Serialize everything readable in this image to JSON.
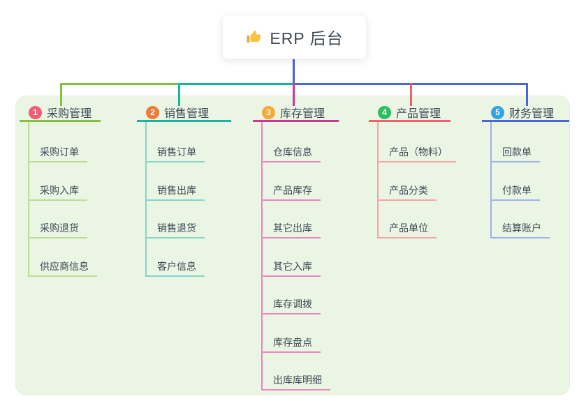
{
  "canvas": {
    "background": "#ffffff",
    "panel_background": "#eaf6e3",
    "text_color": "#3d4a57"
  },
  "root": {
    "title": "ERP 后台",
    "icon": "thumbs-up",
    "icon_color": "#fbc440",
    "connector_color": "#4c5fd2"
  },
  "branches": [
    {
      "number": "1",
      "label": "采购管理",
      "badge_color": "#f25b72",
      "line_color": "#82c33d",
      "child_line_color": "#badd96",
      "children": [
        "采购订单",
        "采购入库",
        "采购退货",
        "供应商信息"
      ]
    },
    {
      "number": "2",
      "label": "销售管理",
      "badge_color": "#f07c3a",
      "line_color": "#17b3a5",
      "child_line_color": "#84d5ca",
      "children": [
        "销售订单",
        "销售出库",
        "销售退货",
        "客户信息"
      ]
    },
    {
      "number": "3",
      "label": "库存管理",
      "badge_color": "#f3a93c",
      "line_color": "#cf3795",
      "child_line_color": "#ec84bf",
      "children": [
        "仓库信息",
        "产品库存",
        "其它出库",
        "其它入库",
        "库存调拨",
        "库存盘点",
        "出库库明细"
      ]
    },
    {
      "number": "4",
      "label": "产品管理",
      "badge_color": "#2ebd5f",
      "line_color": "#f45f69",
      "child_line_color": "#f9a2a7",
      "children": [
        "产品（物料）",
        "产品分类",
        "产品单位"
      ]
    },
    {
      "number": "5",
      "label": "财务管理",
      "badge_color": "#32a1e6",
      "line_color": "#4a66d8",
      "child_line_color": "#9fb1ea",
      "children": [
        "回款单",
        "付款单",
        "结算账户"
      ]
    }
  ]
}
